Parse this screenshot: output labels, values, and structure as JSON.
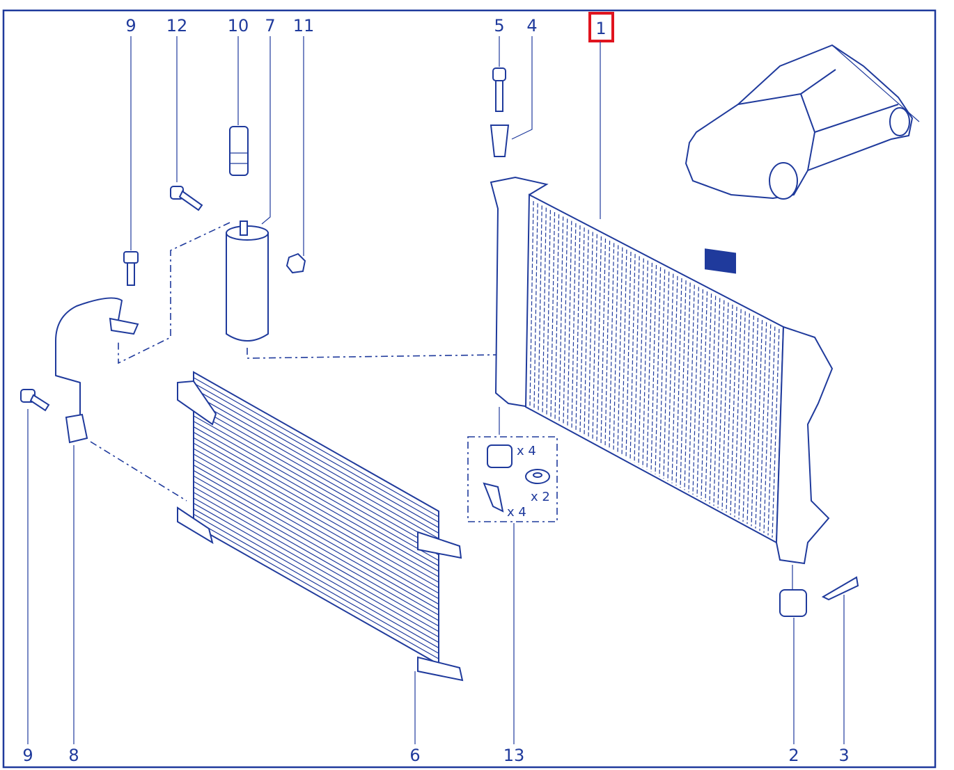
{
  "diagram": {
    "top_labels": [
      "9",
      "12",
      "10",
      "7",
      "11",
      "5",
      "4",
      "1"
    ],
    "bottom_labels": [
      "9",
      "8",
      "6",
      "13",
      "2",
      "3"
    ],
    "highlighted_label": "1",
    "quantities": {
      "grommet": "x 4",
      "clip": "x 4",
      "washer": "x 2"
    },
    "colors": {
      "line": "#1f3a9c",
      "highlight": "#e0141e"
    }
  }
}
